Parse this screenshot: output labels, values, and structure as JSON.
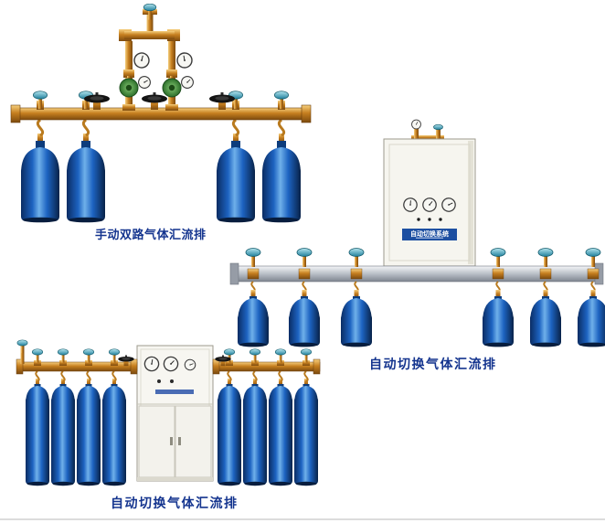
{
  "page": {
    "background_color": "#ffffff",
    "bottom_divider_color": "#dcdcdc"
  },
  "products": [
    {
      "id": "manual-dual-line-manifold",
      "caption": "手动双路气体汇流排",
      "cylinder_count": 4,
      "handwheel_count": 3,
      "regulator_count": 2,
      "gauge_count": 4
    },
    {
      "id": "auto-switch-manifold-wall-cabinet",
      "caption": "自动切换气体汇流排",
      "cabinet_label": "自动切换系统",
      "cylinder_count": 6,
      "gauge_count": 3
    },
    {
      "id": "auto-switch-manifold-floor-cabinet",
      "caption": "自动切换气体汇流排",
      "cylinder_count": 8,
      "gauge_count": 3
    }
  ],
  "colors": {
    "caption_text": "#15358f",
    "brass_pipe": "#c67f1f",
    "cylinder_blue": "#1d63c1",
    "valve_cap_teal": "#1f7f9c",
    "regulator_green": "#2c6e2a",
    "cabinet_body": "#f6f5ef",
    "rail_silver": "#b9bfc7",
    "cabinet_label_bg": "#1d4fa1"
  }
}
